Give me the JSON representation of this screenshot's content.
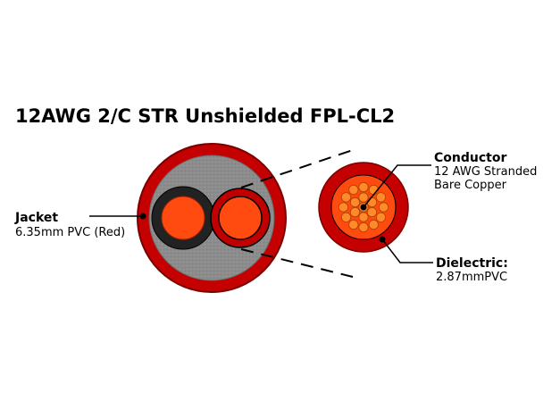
{
  "title": "12AWG 2/C STR Unshielded FPL-CL2",
  "labels": {
    "jacket": {
      "name": "Jacket",
      "detail": "6.35mm PVC (Red)"
    },
    "conductor": {
      "name": "Conductor",
      "detail_line1": "12 AWG Stranded",
      "detail_line2": "Bare Copper"
    },
    "dielectric": {
      "name": "Dielectric:",
      "detail": "2.87mmPVC"
    }
  },
  "colors": {
    "jacket_red": "#c40000",
    "jacket_dark_red": "#8a0000",
    "filler_gray": "#8c8c8c",
    "conductor_orange": "#ff4a10",
    "insulation_black": "#222222",
    "insulation_red": "#c00000",
    "strand_orange": "#ff8a2a",
    "strand_outline": "#b04000",
    "line_black": "#000000"
  }
}
